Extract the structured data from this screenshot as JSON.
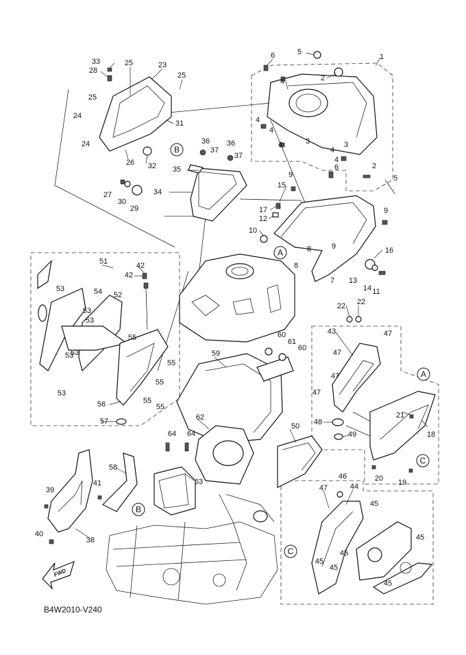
{
  "diagram_code": "B4W2010-V240",
  "fwd_arrow_label": "FWD",
  "callouts": [
    "A",
    "B",
    "C"
  ],
  "part_numbers": [
    "1",
    "2",
    "3",
    "4",
    "5",
    "6",
    "7",
    "8",
    "9",
    "10",
    "11",
    "12",
    "13",
    "14",
    "15",
    "16",
    "17",
    "18",
    "19",
    "20",
    "21",
    "22",
    "23",
    "24",
    "25",
    "26",
    "27",
    "28",
    "29",
    "30",
    "31",
    "32",
    "33",
    "34",
    "35",
    "36",
    "37",
    "38",
    "39",
    "40",
    "41",
    "42",
    "43",
    "44",
    "45",
    "46",
    "47",
    "48",
    "49",
    "50",
    "51",
    "52",
    "53",
    "54",
    "55",
    "56",
    "57",
    "58",
    "59",
    "60",
    "61",
    "62",
    "63",
    "64"
  ]
}
